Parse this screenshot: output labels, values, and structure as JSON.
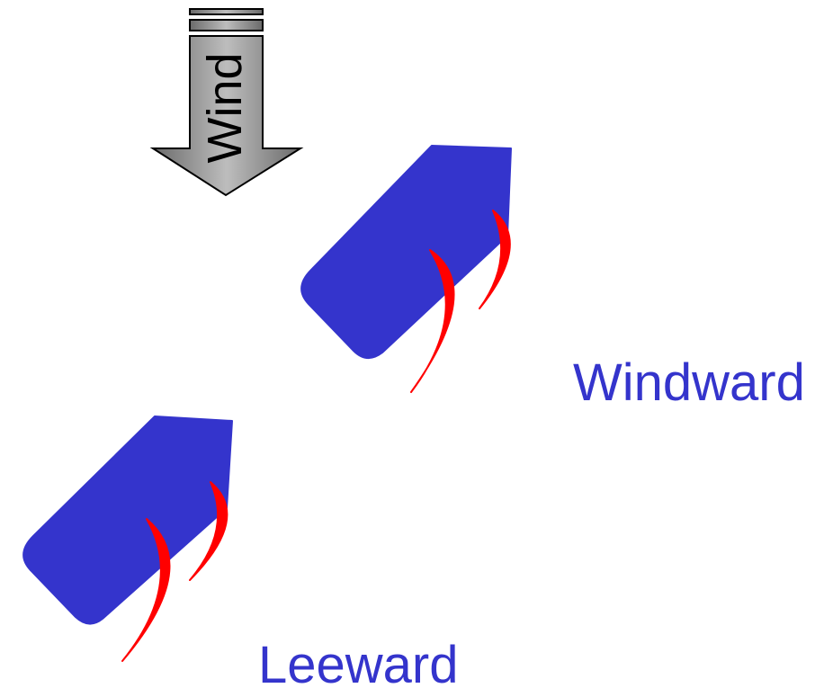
{
  "wind_arrow": {
    "label": "Wind",
    "fill_color": "#7a7a7a",
    "stroke_color": "#000000"
  },
  "boats": [
    {
      "role": "windward",
      "hull_color": "#3434cc",
      "sail_color": "#ff0000"
    },
    {
      "role": "leeward",
      "hull_color": "#3434cc",
      "sail_color": "#ff0000"
    }
  ],
  "labels": {
    "windward": "Windward",
    "leeward": "Leeward",
    "color": "#3434cc"
  }
}
